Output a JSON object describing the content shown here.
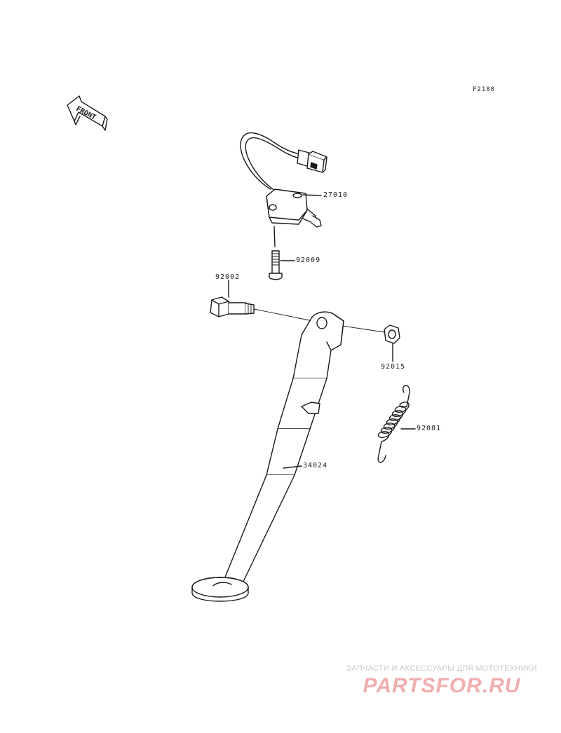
{
  "figure_code": "F2180",
  "front_arrow_label": "FRONT",
  "parts": [
    {
      "number": "27010",
      "name": "side-stand-switch"
    },
    {
      "number": "92009",
      "name": "switch-screw"
    },
    {
      "number": "92002",
      "name": "pivot-bolt"
    },
    {
      "number": "92015",
      "name": "nut"
    },
    {
      "number": "92081",
      "name": "return-spring"
    },
    {
      "number": "34024",
      "name": "side-stand"
    }
  ],
  "watermark": {
    "tagline": "ЗАПЧАСТИ И АКСЕССУАРЫ ДЛЯ МОТОТЕХНИКИ",
    "logo": "PARTSFOR.RU"
  }
}
